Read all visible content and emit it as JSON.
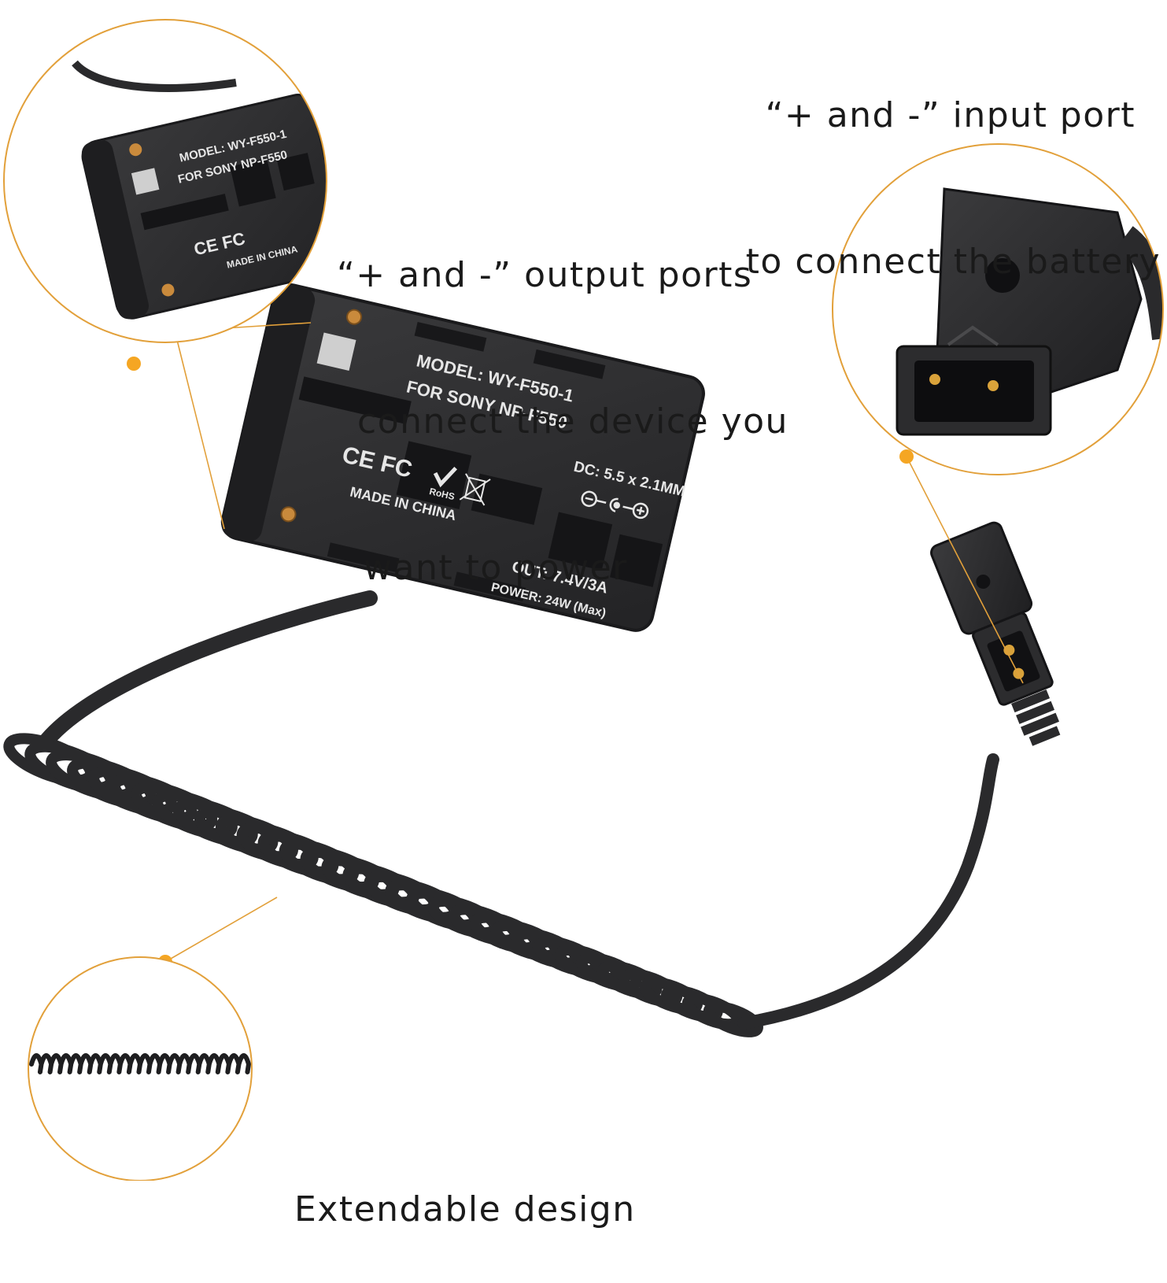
{
  "callouts": {
    "input_port": {
      "line1": "“+ and -” input port",
      "line2": "to connect the battery"
    },
    "output_ports": {
      "line1": "“+ and -” output ports",
      "line2": "connect the device you",
      "line3": "want to power"
    },
    "extendable": {
      "line1": "Extendable design"
    }
  },
  "battery_labels": {
    "model": "MODEL: WY-F550-1",
    "for": "FOR SONY NP-F550",
    "dc": "DC: 5.5 x 2.1MM",
    "marks": "CE FC",
    "rohs": "RoHS",
    "made_in": "MADE IN CHINA",
    "out": "OUT: 7.4V/3A",
    "power": "POWER: 24W (Max)"
  },
  "colors": {
    "accent": "#f5a623",
    "body": "#2b2b2d",
    "text": "#1a1a1a"
  }
}
